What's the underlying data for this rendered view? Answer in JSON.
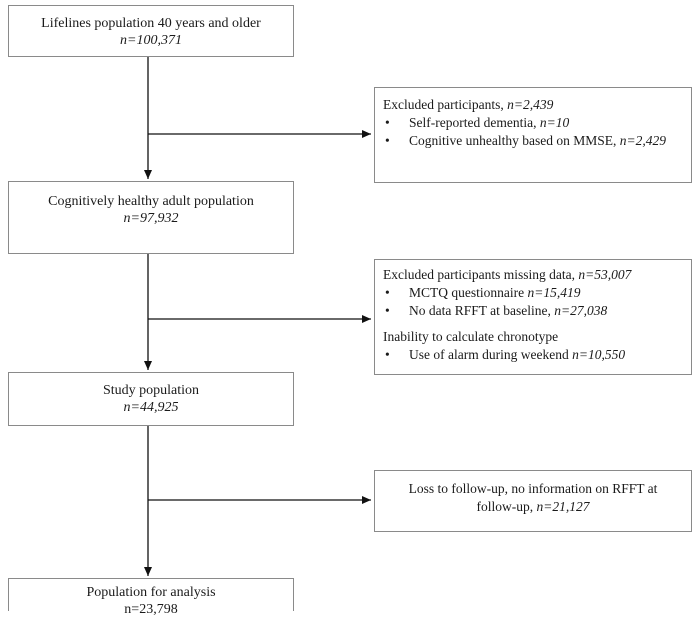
{
  "boxes": {
    "lifelines": {
      "label": "Lifelines population 40 years and older",
      "n": "n=100,371"
    },
    "cognitively_healthy": {
      "label": "Cognitively healthy adult population",
      "n": "n=97,932"
    },
    "study": {
      "label": "Study population",
      "n": "n=44,925"
    },
    "analysis": {
      "label": "Population for analysis",
      "n": "n=23,798"
    }
  },
  "exclusions": {
    "first": {
      "header_text": "Excluded participants, ",
      "header_n": "n=2,439",
      "items": [
        {
          "text": "Self-reported dementia, ",
          "n": "n=10"
        },
        {
          "text": "Cognitive unhealthy based on MMSE, ",
          "n": "n=2,429"
        }
      ]
    },
    "second": {
      "header_text": "Excluded participants missing data, ",
      "header_n": "n=53,007",
      "items": [
        {
          "text": "MCTQ questionnaire  ",
          "n": "n=15,419"
        },
        {
          "text": "No data RFFT at baseline, ",
          "n": "n=27,038"
        }
      ],
      "subheader": "Inability to calculate chronotype",
      "subitems": [
        {
          "text": "Use of alarm during weekend ",
          "n": "n=10,550"
        }
      ]
    },
    "third": {
      "text": "Loss to follow-up, no information on RFFT at follow-up, ",
      "n": "n=21,127"
    }
  }
}
